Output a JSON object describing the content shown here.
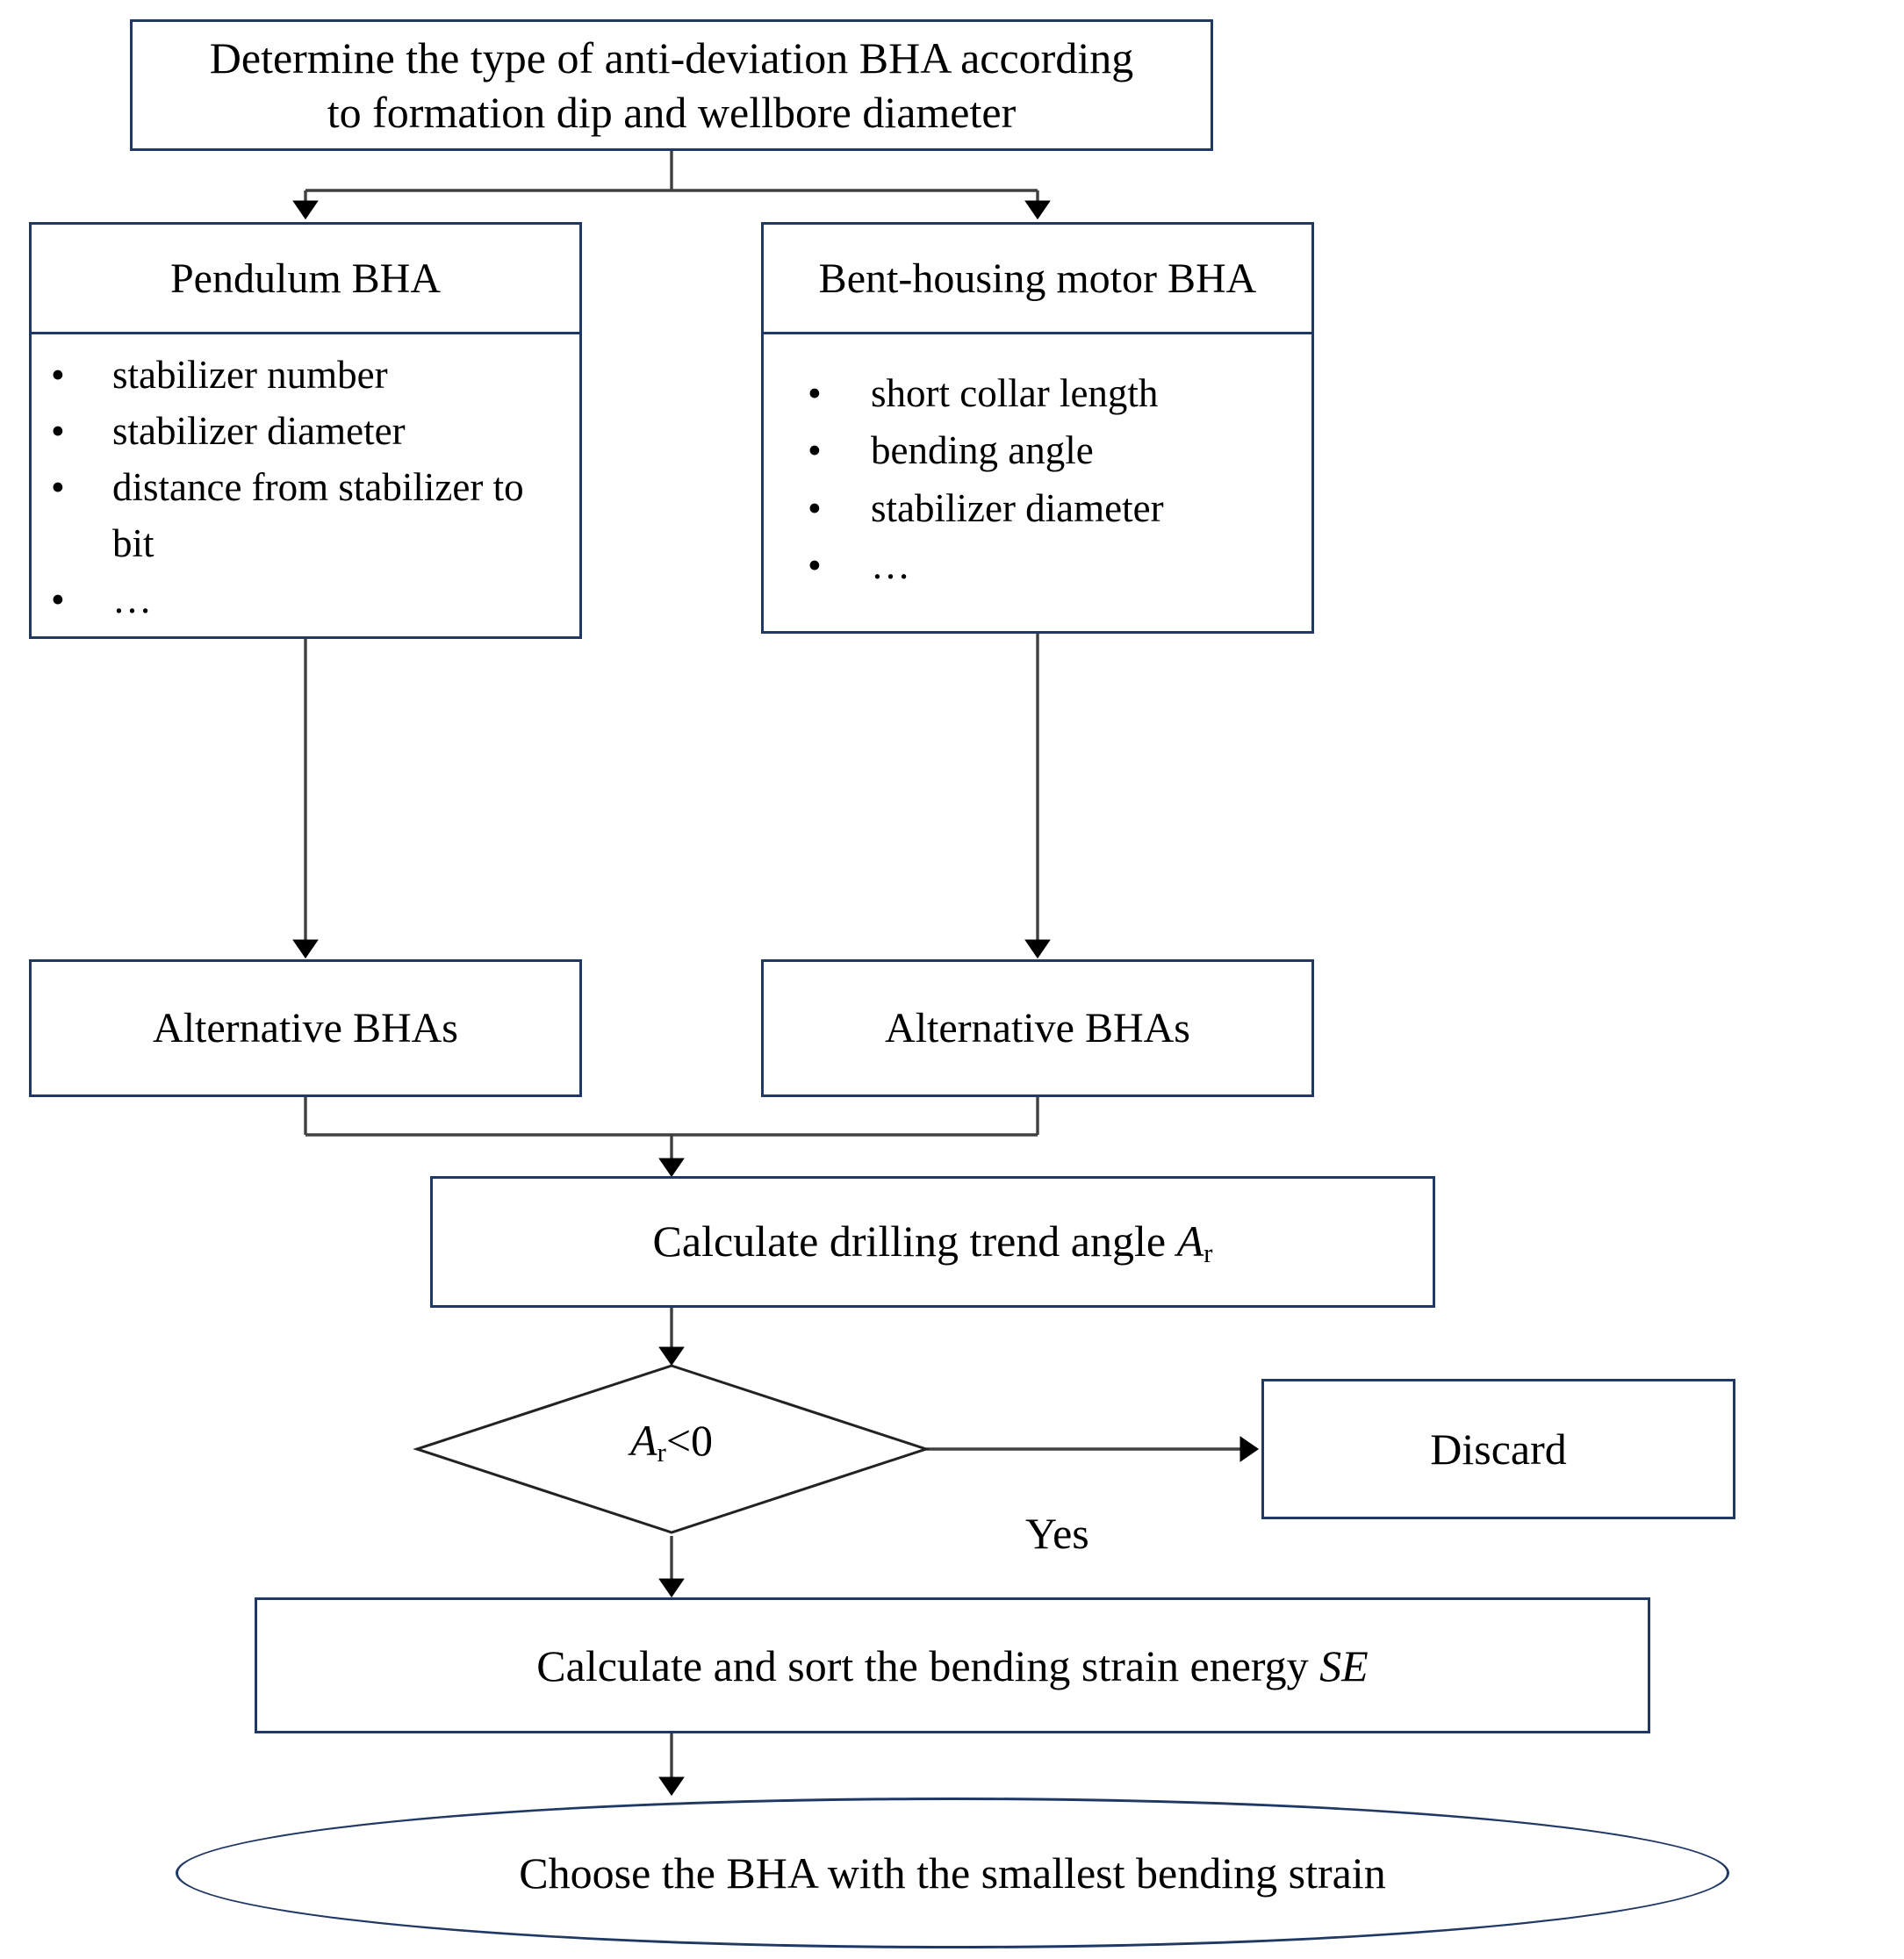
{
  "colors": {
    "box_border": "#1f3864",
    "connector": "#404040",
    "diamond_border": "#222222",
    "background": "#ffffff",
    "text": "#000000"
  },
  "flowchart": {
    "type": "flowchart",
    "start": {
      "label": "Determine the type of anti-deviation BHA according to formation dip and wellbore diameter",
      "line1": "Determine the type of anti-deviation BHA according",
      "line2": "to formation dip and wellbore diameter"
    },
    "branches": [
      {
        "title": "Pendulum BHA",
        "items": [
          "stabilizer number",
          "stabilizer diameter",
          "distance from stabilizer to bit",
          "…"
        ],
        "result": "Alternative BHAs"
      },
      {
        "title": "Bent-housing motor BHA",
        "items": [
          "short collar length",
          "bending angle",
          "stabilizer diameter",
          "…"
        ],
        "result": "Alternative BHAs"
      }
    ],
    "calc_angle": {
      "prefix": "Calculate drilling trend angle ",
      "symbol": "A",
      "subscript": "r"
    },
    "decision": {
      "symbol": "A",
      "subscript": "r",
      "condition": "<0",
      "yes_label": "Yes"
    },
    "discard": {
      "label": "Discard"
    },
    "calc_energy": {
      "prefix": "Calculate and sort the bending strain energy ",
      "symbol": "SE"
    },
    "end": {
      "label": "Choose the BHA with the smallest bending strain"
    },
    "bullet_glyph": "•"
  }
}
